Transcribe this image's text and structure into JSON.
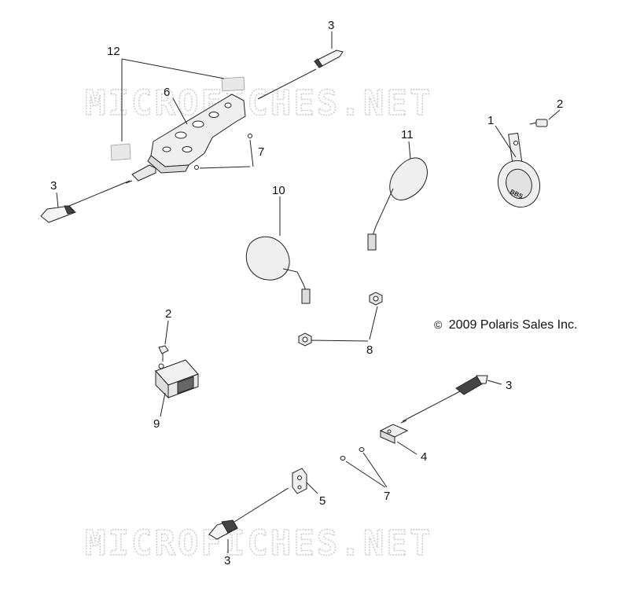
{
  "watermark": "MICROFICHES.NET",
  "copyright": "2009 Polaris Sales Inc.",
  "copyright_symbol": "©",
  "callouts": {
    "c1": "1",
    "c2a": "2",
    "c2b": "2",
    "c3a": "3",
    "c3b": "3",
    "c3c": "3",
    "c3d": "3",
    "c4": "4",
    "c5": "5",
    "c6": "6",
    "c7a": "7",
    "c7b": "7",
    "c8": "8",
    "c9": "9",
    "c10": "10",
    "c11": "11",
    "c12": "12"
  },
  "horn_label": "BBS",
  "colors": {
    "line": "#222222",
    "watermark": "#c9c9c9",
    "part_fill": "#f2f2f2",
    "dark": "#555555"
  }
}
